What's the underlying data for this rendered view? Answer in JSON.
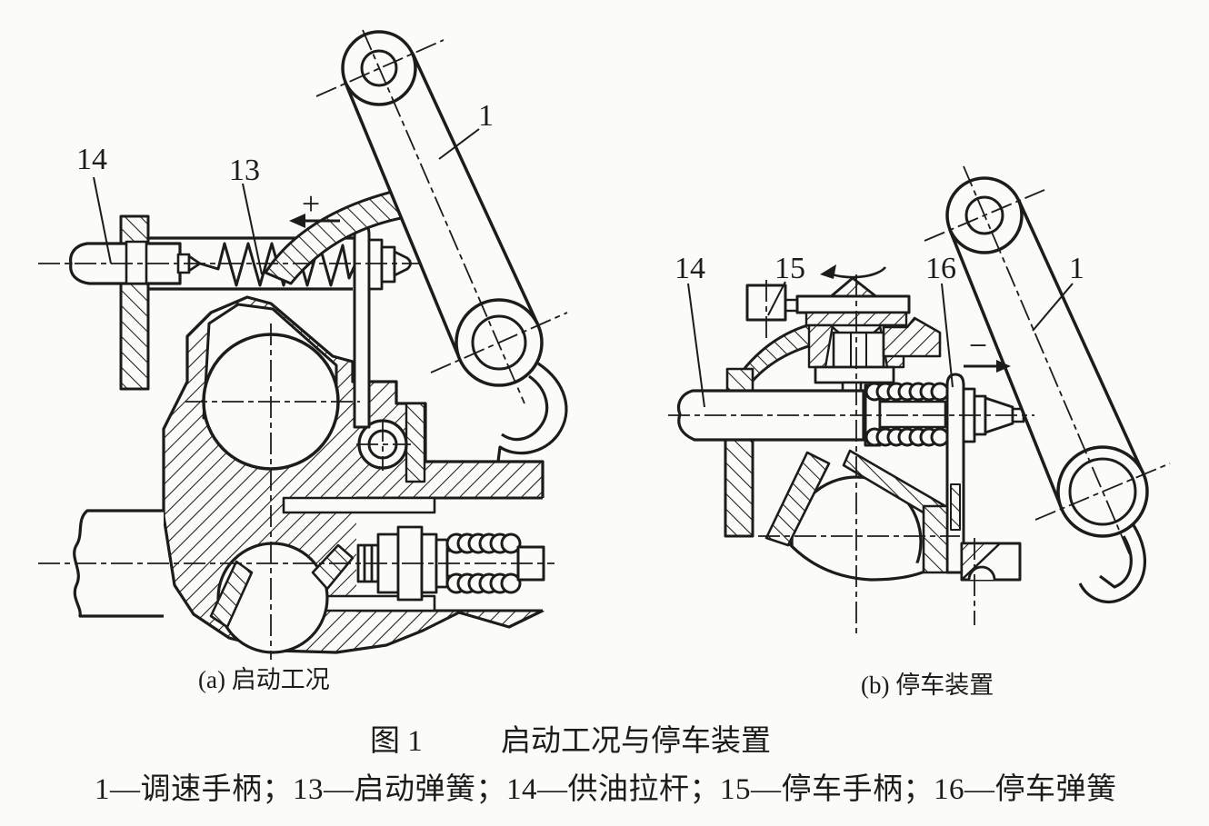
{
  "figure": {
    "caption_a": "(a) 启动工况",
    "caption_b": "(b) 停车装置",
    "title_prefix": "图 1",
    "title_main": "启动工况与停车装置",
    "legend": "1—调速手柄；13—启动弹簧；14—供油拉杆；15—停车手柄；16—停车弹簧"
  },
  "labels": {
    "a": {
      "lever": "1",
      "start_spring": "13",
      "fuel_rod": "14"
    },
    "b": {
      "fuel_rod": "14",
      "stop_handle": "15",
      "stop_spring": "16",
      "lever": "1"
    }
  },
  "annotations": {
    "plus": "+",
    "minus": "−"
  },
  "colors": {
    "ink": "#1c1c1c",
    "paper": "#fbfbf8"
  }
}
